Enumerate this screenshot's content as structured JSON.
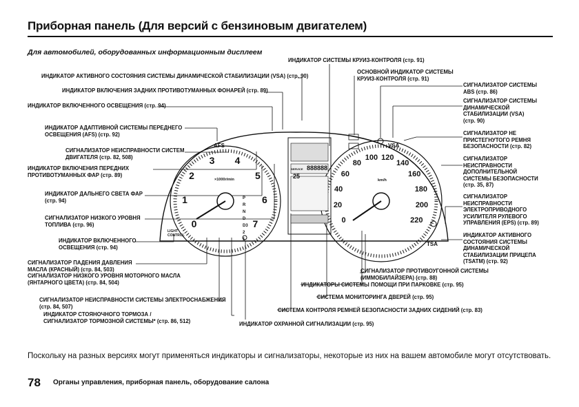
{
  "page": {
    "title": "Приборная панель (Для версий с бензиновым двигателем)",
    "subtitle": "Для автомобилей, оборудованных информационным дисплеем",
    "note": "Поскольку на разных версиях могут применяться индикаторы и сигнализаторы, некоторые из них на вашем автомобиле могут отсутствовать.",
    "page_number": "78",
    "section": "Органы управления, приборная панель, оборудование салона"
  },
  "labels_left": [
    "ИНДИКАТОР АКТИВНОГО СОСТОЯНИЯ СИСТЕМЫ ДИНАМИЧЕСКОЙ СТАБИЛИЗАЦИИ (VSA) (стр. 90)",
    "ИНДИКАТОР ВКЛЮЧЕНИЯ ЗАДНИХ ПРОТИВОТУМАННЫХ ФОНАРЕЙ (стр. 89)",
    "ИНДИКАТОР ВКЛЮЧЕННОГО ОСВЕЩЕНИЯ (стр. 94)",
    "ИНДИКАТОР АДАПТИВНОЙ СИСТЕМЫ ПЕРЕДНЕГО\nОСВЕЩЕНИЯ (AFS) (стр. 92)",
    "СИГНАЛИЗАТОР НЕИСПРАВНОСТИ СИСТЕМ\nДВИГАТЕЛЯ (стр. 82, 508)",
    "ИНДИКАТОР ВКЛЮЧЕНИЯ ПЕРЕДНИХ\nПРОТИВОТУМАННЫХ ФАР (стр. 89)",
    "ИНДИКАТОР ДАЛЬНЕГО СВЕТА ФАР\n(стр. 94)",
    "СИГНАЛИЗАТОР НИЗКОГО УРОВНЯ\nТОПЛИВА (стр. 96)",
    "ИНДИКАТОР ВКЛЮЧЕННОГО\nОСВЕЩЕНИЯ (стр. 94)",
    "СИГНАЛИЗАТОР ПАДЕНИЯ ДАВЛЕНИЯ\nМАСЛА (КРАСНЫЙ) (стр. 84, 503)\nСИГНАЛИЗАТОР НИЗКОГО УРОВНЯ МОТОРНОГО МАСЛА\n(ЯНТАРНОГО ЦВЕТА) (стр. 84, 504)",
    "СИГНАЛИЗАТОР НЕИСПРАВНОСТИ СИСТЕМЫ ЭЛЕКТРОСНАБЖЕНИЯ\n(стр. 84, 507)",
    "ИНДИКАТОР СТОЯНОЧНОГО ТОРМОЗА /\nСИГНАЛИЗАТОР ТОРМОЗНОЙ СИСТЕМЫ* (стр. 86, 512)"
  ],
  "labels_top": [
    "ИНДИКАТОР СИСТЕМЫ КРУИЗ-КОНТРОЛЯ (стр. 91)",
    "ОСНОВНОЙ ИНДИКАТОР СИСТЕМЫ\nКРУИЗ-КОНТРОЛЯ (стр. 91)"
  ],
  "labels_right": [
    "СИГНАЛИЗАТОР СИСТЕМЫ\nABS (стр. 86)",
    "СИГНАЛИЗАТОР СИСТЕМЫ\nДИНАМИЧЕСКОЙ\nСТАБИЛИЗАЦИИ (VSA)\n(стр. 90)",
    "СИГНАЛИЗАТОР НЕ\nПРИСТЕГНУТОГО РЕМНЯ\nБЕЗОПАСНОСТИ (стр. 82)",
    "СИГНАЛИЗАТОР\nНЕИСПРАВНОСТИ\nДОПОЛНИТЕЛЬНОЙ\nСИСТЕМЫ БЕЗОПАСНОСТИ\n(стр. 35, 87)",
    "СИГНАЛИЗАТОР\nНЕИСПРАВНОСТИ\nЭЛЕКТРОПРИВОДНОГО\nУСИЛИТЕЛЯ РУЛЕВОГО\nУПРАВЛЕНИЯ (EPS) (стр. 89)",
    "ИНДИКАТОР АКТИВНОГО\nСОСТОЯНИЯ СИСТЕМЫ\nДИНАМИЧЕСКОЙ\nСТАБИЛИЗАЦИИ ПРИЦЕПА\n(TSATM) (стр. 92)"
  ],
  "labels_bottom": [
    "СИГНАЛИЗАТОР ПРОТИВОУГОННОЙ СИСТЕМЫ\n(ИММОБИЛАЙЗЕРА) (стр. 88)",
    "ИНДИКАТОРЫ СИСТЕМЫ ПОМОЩИ ПРИ ПАРКОВКЕ (стр. 95)",
    "СИСТЕМА МОНИТОРИНГА ДВЕРЕЙ (стр. 95)",
    "СИСТЕМА КОНТРОЛЯ РЕМНЕЙ БЕЗОПАСНОСТИ ЗАДНИХ СИДЕНИЙ (стр. 83)",
    "ИНДИКАТОР ОХРАННОЙ СИГНАЛИЗАЦИИ (стр. 95)"
  ],
  "gauge": {
    "tach_numbers": [
      "0",
      "1",
      "2",
      "3",
      "4",
      "5",
      "6",
      "7"
    ],
    "tach_unit": "×1000r/min",
    "speed_numbers": [
      "0",
      "20",
      "40",
      "60",
      "80",
      "100",
      "120",
      "140",
      "160",
      "180",
      "200",
      "220"
    ],
    "speed_unit": "km/h",
    "gear_letters": [
      "P",
      "R",
      "N",
      "D",
      "D3",
      "2",
      "1"
    ],
    "afs": "AFS",
    "vsa": "VSA",
    "tsa": "TSA",
    "light_label": "LIGHT\nCONTROL",
    "temp": "25",
    "odo": "888888",
    "service": "SERVICE"
  }
}
